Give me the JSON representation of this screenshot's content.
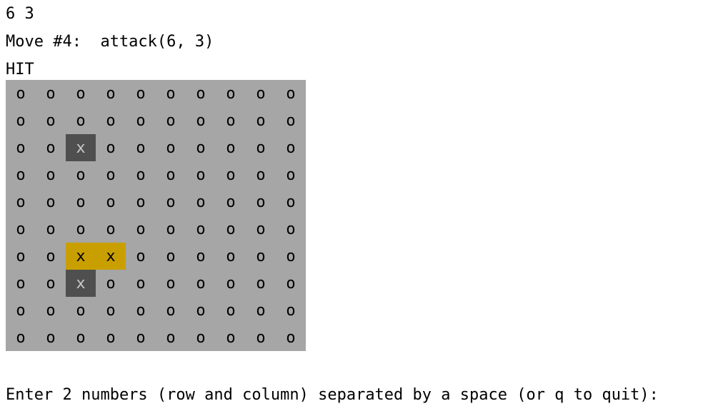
{
  "terminal": {
    "coords_echo": "6 3",
    "move_line": "Move #4:  attack(6, 3)",
    "result": "HIT",
    "prompt": "Enter 2 numbers (row and column) separated by a space (or q to quit):"
  },
  "board": {
    "rows": [
      [
        "o",
        "o",
        "o",
        "o",
        "o",
        "o",
        "o",
        "o",
        "o",
        "o"
      ],
      [
        "o",
        "o",
        "o",
        "o",
        "o",
        "o",
        "o",
        "o",
        "o",
        "o"
      ],
      [
        "o",
        "o",
        "x",
        "o",
        "o",
        "o",
        "o",
        "o",
        "o",
        "o"
      ],
      [
        "o",
        "o",
        "o",
        "o",
        "o",
        "o",
        "o",
        "o",
        "o",
        "o"
      ],
      [
        "o",
        "o",
        "o",
        "o",
        "o",
        "o",
        "o",
        "o",
        "o",
        "o"
      ],
      [
        "o",
        "o",
        "o",
        "o",
        "o",
        "o",
        "o",
        "o",
        "o",
        "o"
      ],
      [
        "o",
        "o",
        "x",
        "x",
        "o",
        "o",
        "o",
        "o",
        "o",
        "o"
      ],
      [
        "o",
        "o",
        "x",
        "o",
        "o",
        "o",
        "o",
        "o",
        "o",
        "o"
      ],
      [
        "o",
        "o",
        "o",
        "o",
        "o",
        "o",
        "o",
        "o",
        "o",
        "o"
      ],
      [
        "o",
        "o",
        "o",
        "o",
        "o",
        "o",
        "o",
        "o",
        "o",
        "o"
      ]
    ],
    "cell_states": {
      "2,2": "miss",
      "6,2": "hit",
      "6,3": "hit",
      "7,2": "miss"
    }
  },
  "colors": {
    "board_background": "#a6a6a6",
    "miss_cell": "#4f4f4f",
    "hit_cell": "#c99f00"
  }
}
